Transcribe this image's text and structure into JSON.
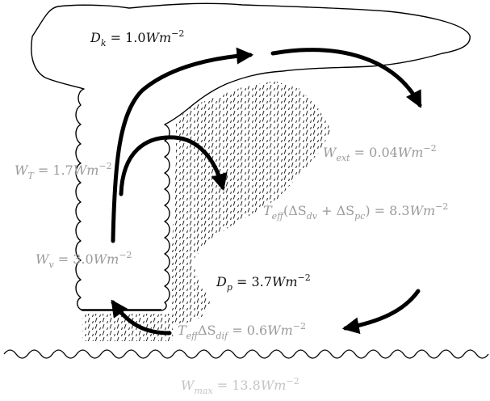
{
  "labels": {
    "dk": {
      "sym": "D",
      "sub": "k",
      "pre": "",
      "value": " = 1.0",
      "unit": "Wm",
      "exp": "−2"
    },
    "wt": {
      "sym": "W",
      "sub": "T",
      "pre": "",
      "value": " = 1.7",
      "unit": "Wm",
      "exp": "−2"
    },
    "wv": {
      "sym": "W",
      "sub": "v",
      "pre": "",
      "value": " = 3.0",
      "unit": "Wm",
      "exp": "−2"
    },
    "wext": {
      "sym": "W",
      "sub": "ext",
      "pre": "",
      "value": " = 0.04",
      "unit": "Wm",
      "exp": "−2"
    },
    "teffsum": {
      "sym": "T",
      "sub": "eff",
      "expr": "(ΔS",
      "sub2": "dv",
      "plus": " + ΔS",
      "sub3": "pc",
      "close": ") = 8.3",
      "unit": "Wm",
      "exp": "−2"
    },
    "dp": {
      "sym": "D",
      "sub": "p",
      "value": " = 3.7",
      "unit": "Wm",
      "exp": "−2"
    },
    "teffdif": {
      "sym": "T",
      "sub": "eff",
      "delta": "ΔS",
      "sub2": "dif",
      "value": " = 0.6",
      "unit": "Wm",
      "exp": "−2"
    },
    "wmax": {
      "sym": "W",
      "sub": "max",
      "value": " = 13.8",
      "unit": "Wm",
      "exp": "−2"
    }
  },
  "colors": {
    "ink": "#111111",
    "grey_label": "#9a9a9a",
    "light_label": "#c4c4c4",
    "background": "#ffffff"
  }
}
